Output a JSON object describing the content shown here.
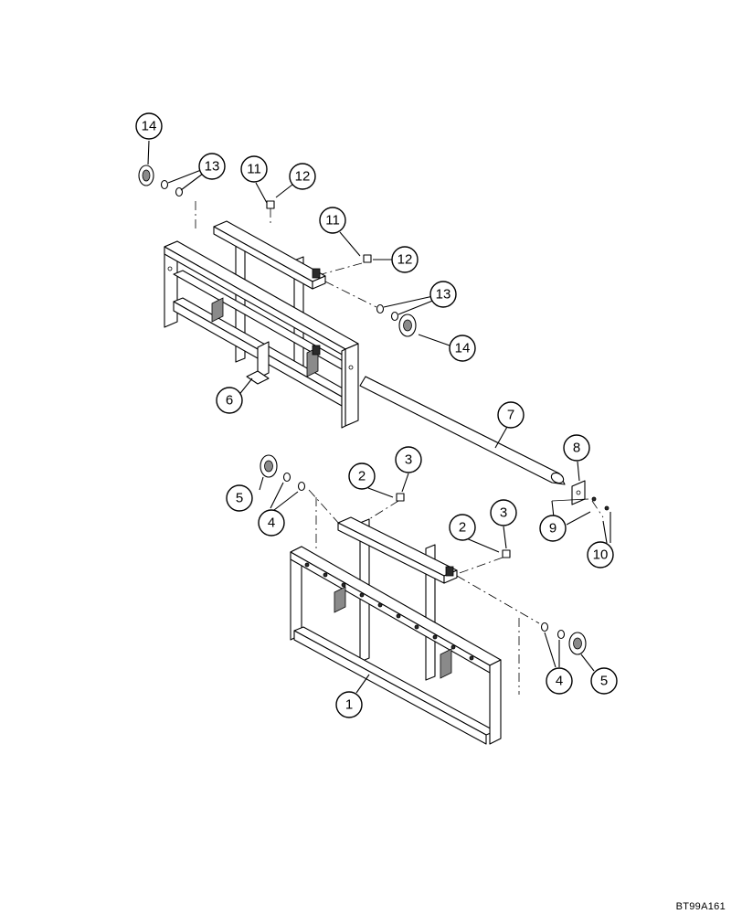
{
  "callouts": [
    {
      "id": "c14a",
      "label": "14"
    },
    {
      "id": "c13a",
      "label": "13"
    },
    {
      "id": "c11a",
      "label": "11"
    },
    {
      "id": "c12a",
      "label": "12"
    },
    {
      "id": "c11b",
      "label": "11"
    },
    {
      "id": "c12b",
      "label": "12"
    },
    {
      "id": "c13b",
      "label": "13"
    },
    {
      "id": "c14b",
      "label": "14"
    },
    {
      "id": "c6",
      "label": "6"
    },
    {
      "id": "c7",
      "label": "7"
    },
    {
      "id": "c8",
      "label": "8"
    },
    {
      "id": "c9",
      "label": "9"
    },
    {
      "id": "c10",
      "label": "10"
    },
    {
      "id": "c3a",
      "label": "3"
    },
    {
      "id": "c2a",
      "label": "2"
    },
    {
      "id": "c5a",
      "label": "5"
    },
    {
      "id": "c4a",
      "label": "4"
    },
    {
      "id": "c3b",
      "label": "3"
    },
    {
      "id": "c2b",
      "label": "2"
    },
    {
      "id": "c4b",
      "label": "4"
    },
    {
      "id": "c5b",
      "label": "5"
    },
    {
      "id": "c1",
      "label": "1"
    }
  ],
  "figure_code": "BT99A161"
}
